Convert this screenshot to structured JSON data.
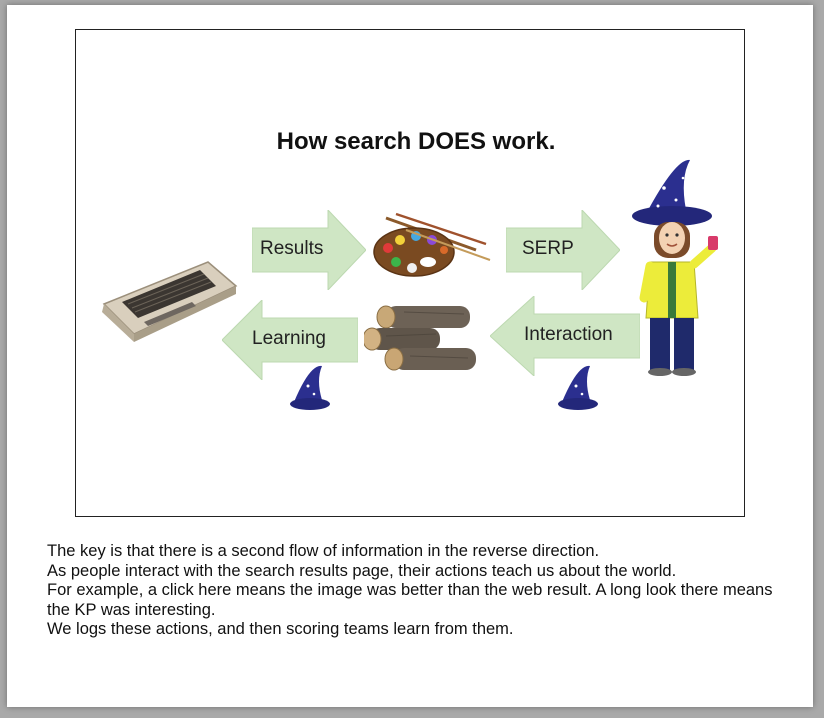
{
  "slide": {
    "title": "How search DOES work.",
    "arrows": {
      "results": "Results",
      "serp": "SERP",
      "learning": "Learning",
      "interaction": "Interaction"
    },
    "colors": {
      "arrow_fill": "#cfe6c4",
      "arrow_stroke": "#b8d6ad",
      "hat": "#2b2f8f"
    },
    "icons": [
      "computer-icon",
      "paint-palette-icon",
      "wizard-person-icon",
      "logs-icon",
      "wizard-hat-icon"
    ]
  },
  "notes": {
    "line1": "The key is that there is a second flow of information in the reverse direction.",
    "line2": "As people interact with the search results page, their actions teach us about the world.",
    "line3": "For example, a click here means the image was better than the web result.  A long look there means the KP was interesting.",
    "line4": "We logs these actions, and then scoring teams learn from them."
  }
}
